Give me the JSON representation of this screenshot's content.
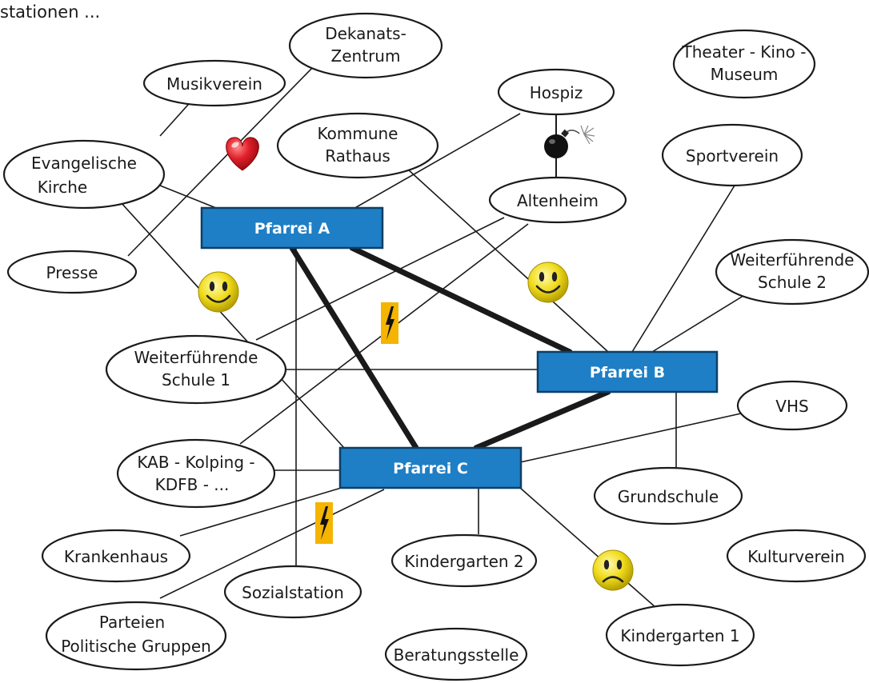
{
  "top_caption": "stationen ...",
  "hubs": {
    "pfarrei_a": "Pfarrei A",
    "pfarrei_b": "Pfarrei B",
    "pfarrei_c": "Pfarrei C"
  },
  "nodes": {
    "dekanats_zentrum": [
      "Dekanats-",
      "Zentrum"
    ],
    "musikverein": [
      "Musikverein"
    ],
    "evangelische_kirche": [
      "Evangelische",
      "Kirche"
    ],
    "presse": [
      "Presse"
    ],
    "hospiz": [
      "Hospiz"
    ],
    "kommune_rathaus": [
      "Kommune",
      "Rathaus"
    ],
    "altenheim": [
      "Altenheim"
    ],
    "theater_kino_museum": [
      "Theater - Kino -",
      "Museum"
    ],
    "sportverein": [
      "Sportverein"
    ],
    "weiterfuehrende_schule_2": [
      "Weiterführende",
      "Schule 2"
    ],
    "weiterfuehrende_schule_1": [
      "Weiterführende",
      "Schule 1"
    ],
    "vhs": [
      "VHS"
    ],
    "kab_kolping_kdfb": [
      "KAB - Kolping -",
      "KDFB - ..."
    ],
    "grundschule": [
      "Grundschule"
    ],
    "krankenhaus": [
      "Krankenhaus"
    ],
    "kindergarten_2": [
      "Kindergarten 2"
    ],
    "kulturverein": [
      "Kulturverein"
    ],
    "sozialstation": [
      "Sozialstation"
    ],
    "parteien_politische_gruppen": [
      "Parteien",
      "Politische Gruppen"
    ],
    "kindergarten_1": [
      "Kindergarten 1"
    ],
    "beratungsstelle": [
      "Beratungsstelle"
    ]
  },
  "symbols": [
    "heart-icon",
    "bomb-icon",
    "smiley-happy-icon",
    "smiley-happy-icon",
    "lightning-icon",
    "lightning-icon",
    "smiley-sad-icon"
  ],
  "colors": {
    "hub_fill": "#1e7fc6",
    "hub_border": "#0d3f66",
    "line": "#1a1a1a",
    "heart": "#e0202a",
    "smiley": "#f3e021",
    "lightning_bg": "#f4b400"
  }
}
